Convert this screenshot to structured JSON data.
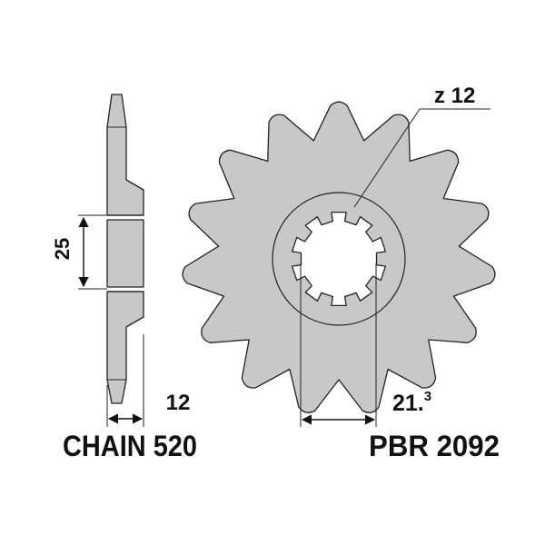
{
  "diagram": {
    "teeth_label": "z 12",
    "side_view_dimension": "25",
    "width_dimension": "12",
    "inner_diameter_main": "21.",
    "inner_diameter_sup": "3",
    "chain_label": "CHAIN 520",
    "part_number": "PBR 2092",
    "colors": {
      "body_fill": "#c8c8c8",
      "outline": "#222222",
      "text": "#111111"
    }
  }
}
